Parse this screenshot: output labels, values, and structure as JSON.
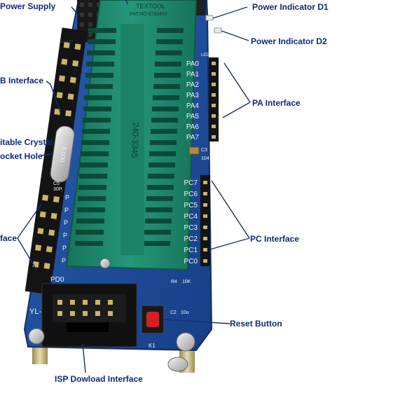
{
  "callouts": {
    "power_supply": "Power Supply",
    "b_interface": "B Interface",
    "crystal_line1": "itable Crystal",
    "crystal_line2": "ocket Hole",
    "face": "face",
    "power_indicator_d1": "Power Indicator D1",
    "power_indicator_d2": "Power Indicator D2",
    "pa_interface": "PA Interface",
    "pc_interface": "PC Interface",
    "reset_button": "Reset Button",
    "isp_interface": "ISP Dowload Interface"
  },
  "board": {
    "zif_brand": "TEXTOOL",
    "zif_patent": "PAT.NO 6783463",
    "zif_part": "240-3345",
    "crystal_marking": "8.000",
    "pa_labels": [
      "PA0",
      "PA1",
      "PA2",
      "PA3",
      "PA4",
      "PA5",
      "PA6",
      "PA7"
    ],
    "pc_labels": [
      "PC7",
      "PC6",
      "PC5",
      "PC4",
      "PC3",
      "PC2",
      "PC1",
      "PC0"
    ],
    "pd_label": "PD0",
    "b_pin_labels": [
      "P",
      "P",
      "P",
      "P",
      "P",
      "P"
    ],
    "c5": "C5",
    "c5_value": "30P",
    "c3": "C3",
    "c3_value": "104",
    "r4": "R4",
    "r4_value": "10K",
    "c2": "C2",
    "c2_value": "10u",
    "k1": "K1",
    "model": "YL-",
    "led_label": "LED"
  },
  "colors": {
    "pcb": "#1f4f9a",
    "zif_socket": "#1f8a6e",
    "callout_text": "#0d2a7a",
    "reset_button": "#d42020"
  }
}
